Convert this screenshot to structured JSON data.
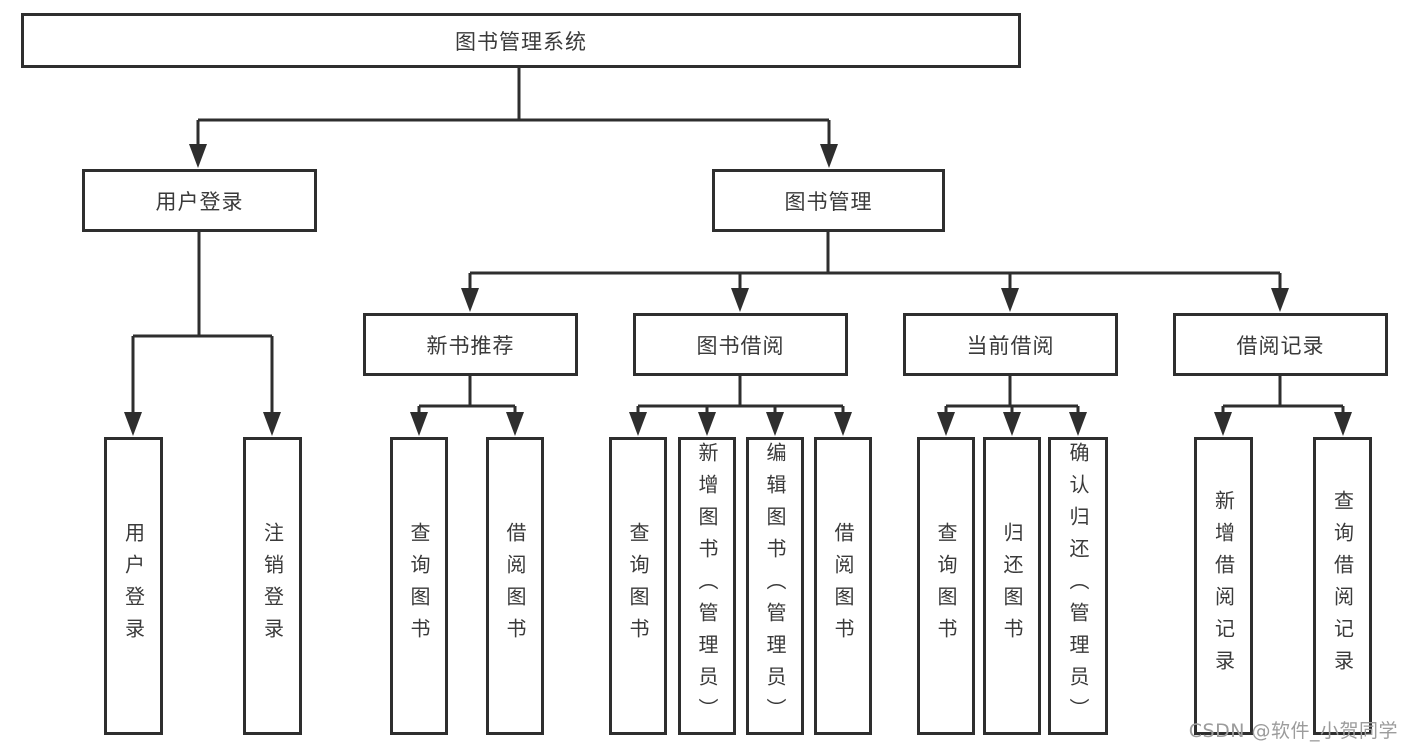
{
  "diagram_type": "hierarchy-tree",
  "tree": {
    "label": "图书管理系统",
    "children": [
      {
        "label": "用户登录",
        "children": [
          {
            "label": "用户登录"
          },
          {
            "label": "注销登录"
          }
        ]
      },
      {
        "label": "图书管理",
        "children": [
          {
            "label": "新书推荐",
            "children": [
              {
                "label": "查询图书"
              },
              {
                "label": "借阅图书"
              }
            ]
          },
          {
            "label": "图书借阅",
            "children": [
              {
                "label": "查询图书"
              },
              {
                "label": "新增图书（管理员）"
              },
              {
                "label": "编辑图书（管理员）"
              },
              {
                "label": "借阅图书"
              }
            ]
          },
          {
            "label": "当前借阅",
            "children": [
              {
                "label": "查询图书"
              },
              {
                "label": "归还图书"
              },
              {
                "label": "确认归还（管理员）"
              }
            ]
          },
          {
            "label": "借阅记录",
            "children": [
              {
                "label": "新增借阅记录"
              },
              {
                "label": "查询借阅记录"
              }
            ]
          }
        ]
      }
    ]
  },
  "watermark": {
    "text": "CSDN @软件_小贺同学"
  },
  "colors": {
    "background": "#ffffff",
    "line": "#2e2e2e",
    "box_border": "#2e2e2e",
    "box_fill": "#ffffff",
    "text": "#3a3a3a",
    "watermark": "#9c9c9c"
  }
}
